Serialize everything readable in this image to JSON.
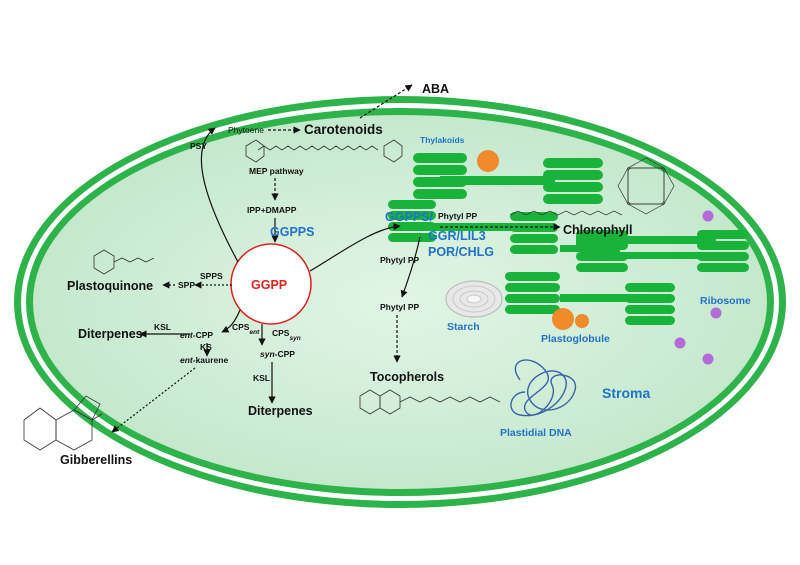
{
  "labels": {
    "aba": "ABA",
    "carotenoids": "Carotenoids",
    "phytoene": "Phytoene",
    "psy": "PSY",
    "mep_pathway": "MEP pathway",
    "ipp_dmapp": "IPP+DMAPP",
    "ggpps": "GGPPS",
    "ggpp": "GGPP",
    "spps": "SPPS",
    "spp": "SPP",
    "plastoquinone": "Plastoquinone",
    "diterpenes_left": "Diterpenes",
    "ksl_left": "KSL",
    "ent_cpp_prefix": "ent",
    "ent_cpp_suffix": "-CPP",
    "ks": "KS",
    "ent_kaurene_prefix": "ent",
    "ent_kaurene_suffix": "-kaurene",
    "cps_ent_main": "CPS",
    "cps_ent_sub": "ent",
    "cps_syn_main": "CPS",
    "cps_syn_sub": "syn",
    "syn_cpp_prefix": "syn",
    "syn_cpp_suffix": "-CPP",
    "ksl_mid": "KSL",
    "diterpenes_mid": "Diterpenes",
    "gibberellins": "Gibberellins",
    "thylakoids": "Thylakoids",
    "ggpps_enzyme": "GGPPS/",
    "phytyl_pp_1": "Phytyl PP",
    "ggr_line": "GGR/LIL3",
    "por_chlg": "POR/CHLG",
    "chlorophyll": "Chlorophyll",
    "phytyl_pp_2": "Phytyl PP",
    "phytyl_pp_3": "Phytyl PP",
    "tocopherols": "Tocopherols",
    "starch": "Starch",
    "plastoglobule": "Plastoglobule",
    "ribosome": "Ribosome",
    "stroma": "Stroma",
    "plastidial_dna": "Plastidial DNA"
  },
  "colors": {
    "membrane": "#2db34a",
    "stroma": "#cfeed6",
    "thylakoid": "#19b33b",
    "ggpp_circle": "#e0201c",
    "blue_text": "#1f73c9",
    "orange": "#f08a2a",
    "purple": "#b46ad8",
    "dna": "#3a63a8"
  }
}
